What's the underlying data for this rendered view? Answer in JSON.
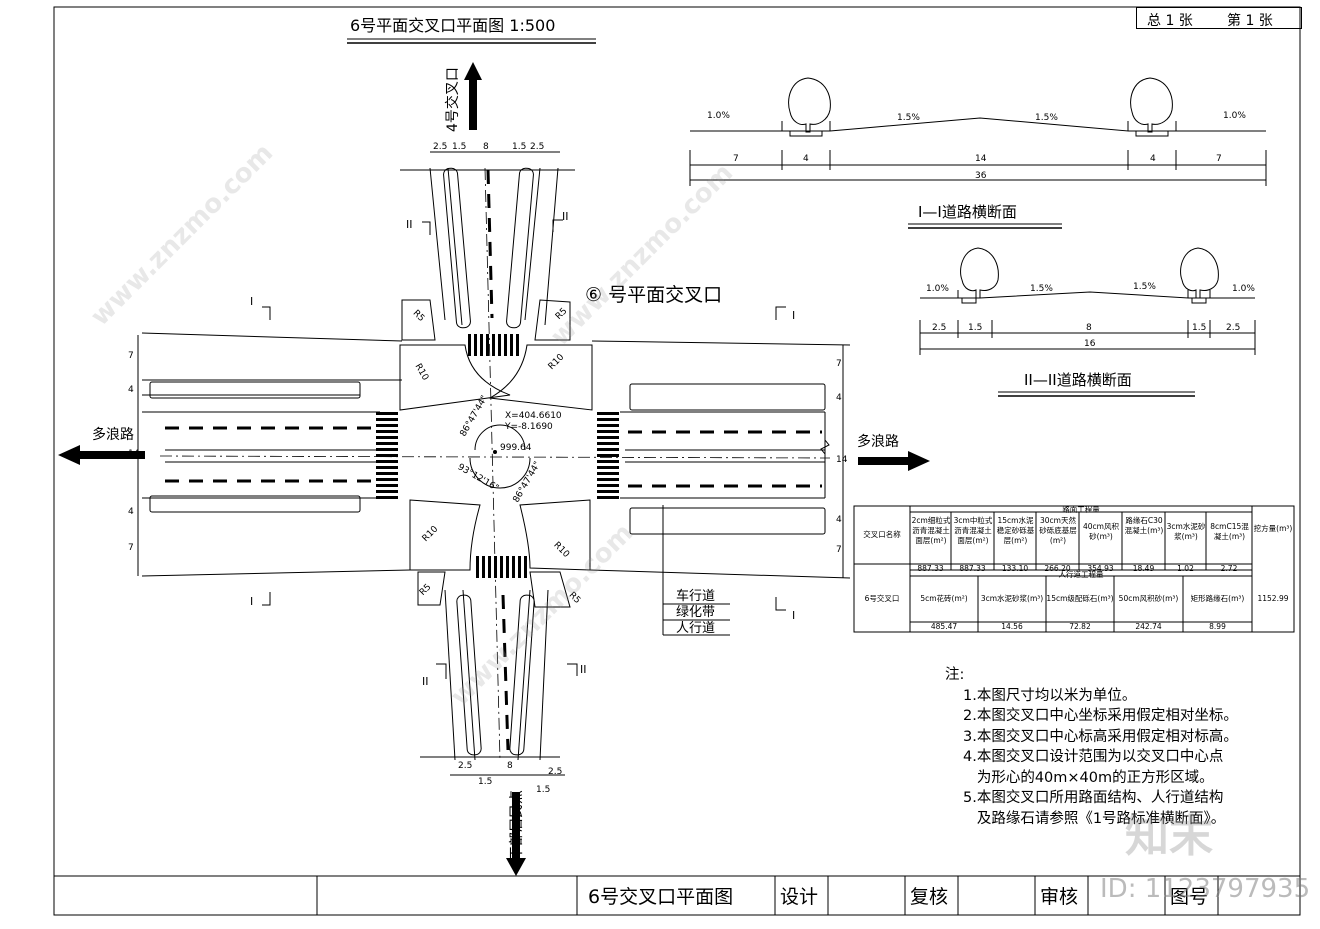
{
  "sheet": {
    "total": "总 1 张",
    "page": "第 1 张"
  },
  "title": "6号平面交叉口平面图  1:500",
  "intersection_label": "⑥ 号平面交叉口",
  "directions": {
    "north": "4号交叉口",
    "south": "干部居民点",
    "west": "多浪路",
    "east": "多浪路"
  },
  "legend": [
    "车行道",
    "绿化带",
    "人行道"
  ],
  "coords": {
    "x": "X=404.6610",
    "y": "Y=-8.1690",
    "elev": "999.64"
  },
  "angles": [
    "86°47'44\"",
    "86°47'44\"",
    "93°12'16\""
  ],
  "section_marks": {
    "I": "I",
    "II": "II"
  },
  "radii": {
    "r5": "R5",
    "r10": "R10"
  },
  "dims_plan": {
    "n_top": [
      "2.5",
      "1.5",
      "8",
      "1.5",
      "2.5"
    ],
    "n_bottom": [
      "2.5",
      "1.5",
      "8",
      "1.5",
      "2.5"
    ],
    "w_side": [
      "7",
      "4",
      "14",
      "4",
      "7"
    ]
  },
  "section1": {
    "title": "I—I道路横断面",
    "slopes": [
      "1.0%",
      "1.5%",
      "1.5%",
      "1.0%"
    ],
    "dims": [
      "7",
      "4",
      "14",
      "4",
      "7"
    ],
    "total": "36"
  },
  "section2": {
    "title": "II—II道路横断面",
    "slopes": [
      "1.0%",
      "1.5%",
      "1.5%",
      "1.0%"
    ],
    "dims": [
      "2.5",
      "1.5",
      "8",
      "1.5",
      "2.5"
    ],
    "total": "16"
  },
  "quantities": {
    "col_name": "交叉口名称",
    "row_name": "6号交叉口",
    "road_header": "路面工程量",
    "road_cols": [
      "2cm细粒式沥青混凝土面层(m²)",
      "3cm中粒式沥青混凝土面层(m²)",
      "15cm水泥稳定砂砾基层(m²)",
      "30cm天然砂砾底基层(m²)",
      "40cm风积砂(m³)",
      "路缘石C30混凝土(m³)",
      "3cm水泥砂浆(m³)",
      "8cmC15混凝土(m³)"
    ],
    "road_vals": [
      "887.33",
      "887.33",
      "133.10",
      "266.20",
      "354.93",
      "18.49",
      "1.02",
      "2.72"
    ],
    "walk_header": "人行道工程量",
    "walk_cols": [
      "5cm花砖(m²)",
      "3cm水泥砂浆(m³)",
      "15cm级配砾石(m³)",
      "50cm风积砂(m³)",
      "矩形路缘石(m³)"
    ],
    "walk_vals": [
      "485.47",
      "14.56",
      "72.82",
      "242.74",
      "8.99"
    ],
    "fill_header": "挖方量(m³)",
    "fill_val": "1152.99"
  },
  "notes": {
    "title": "注:",
    "items": [
      "1.本图尺寸均以米为单位。",
      "2.本图交叉口中心坐标采用假定相对坐标。",
      "3.本图交叉口中心标高采用假定相对标高。",
      "4.本图交叉口设计范围为以交叉口中心点",
      "   为形心的40m×40m的正方形区域。",
      "5.本图交叉口所用路面结构、人行道结构",
      "   及路缘石请参照《1号路标准横断面》。"
    ]
  },
  "title_block": {
    "drawing": "6号交叉口平面图",
    "design": "设计",
    "review": "复核",
    "audit": "审核",
    "no": "图号"
  },
  "watermark": {
    "id": "ID: 1123797935",
    "brand": "知末",
    "site": "www.znzmo.com"
  }
}
